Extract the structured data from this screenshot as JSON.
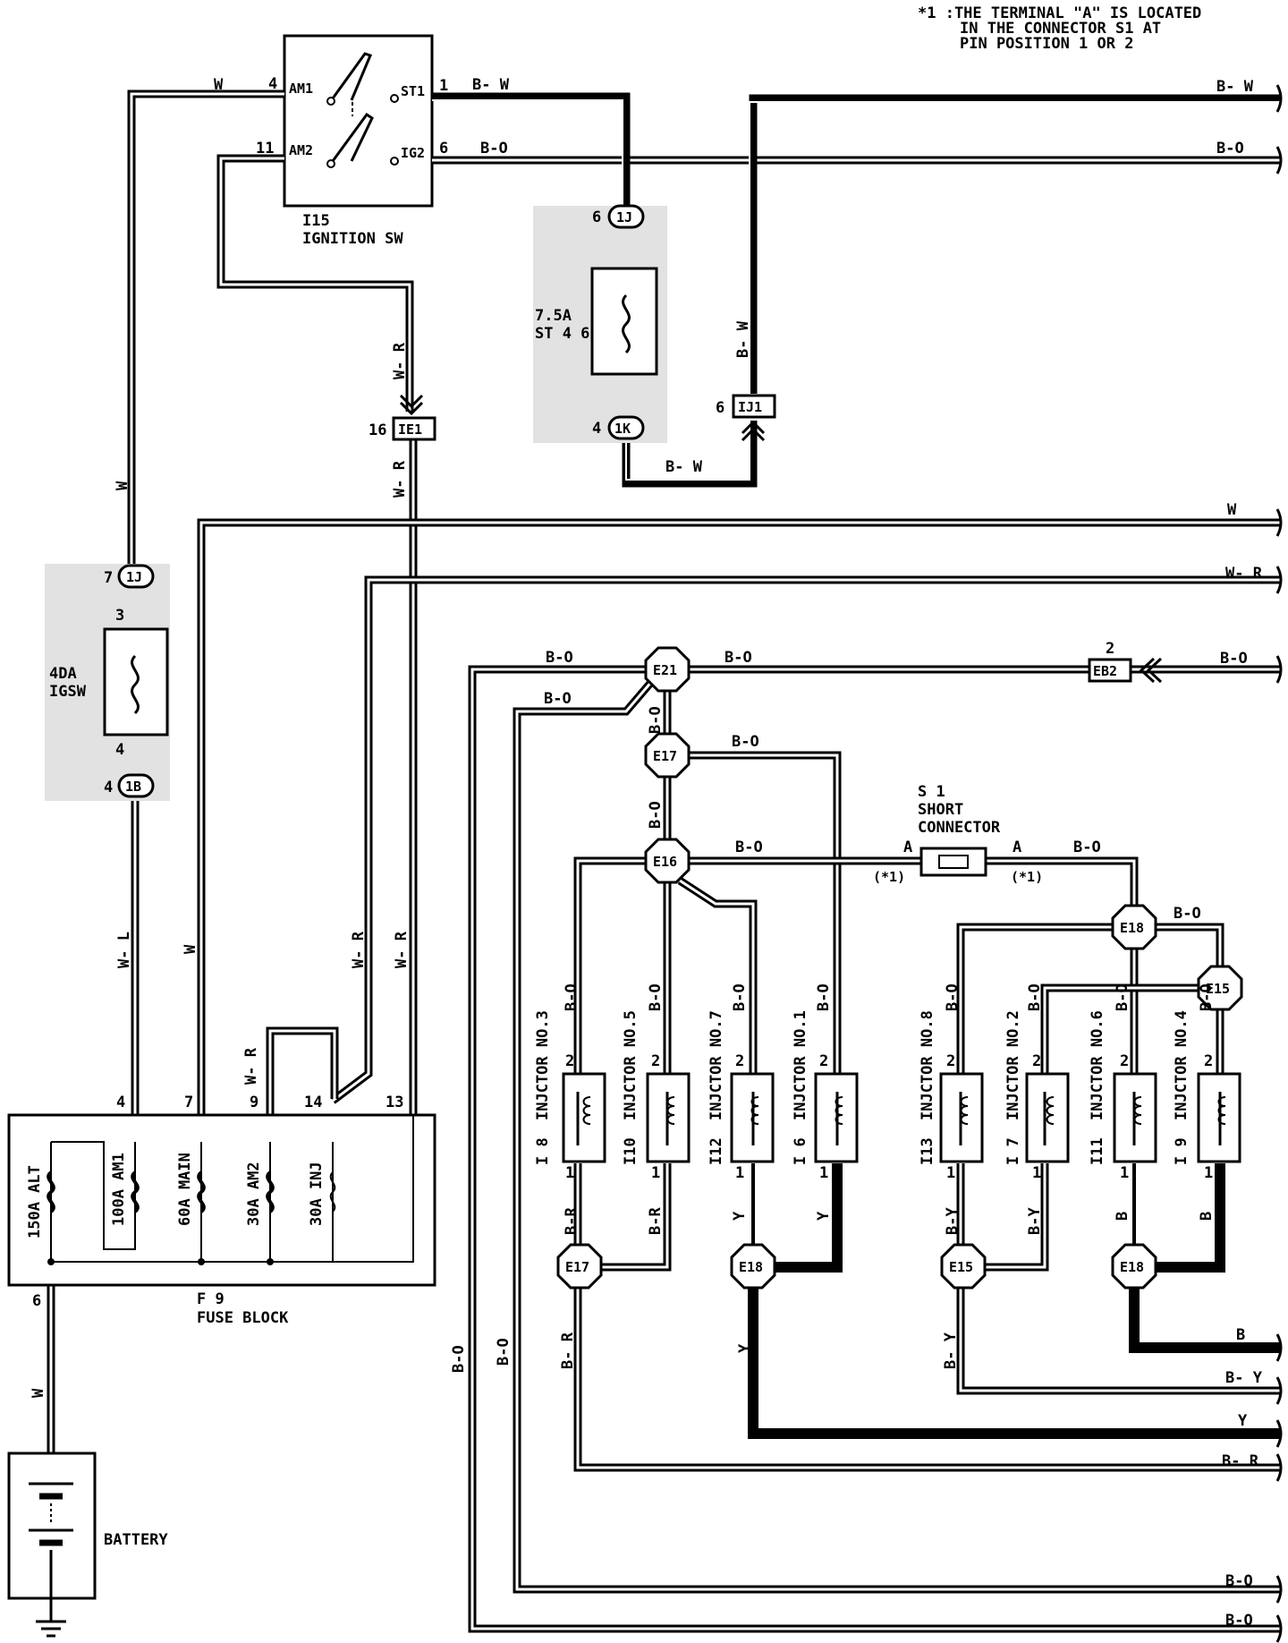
{
  "note": [
    "*1 :THE TERMINAL \"A\" IS LOCATED",
    "IN THE CONNECTOR S1 AT",
    "PIN POSITION 1 OR 2"
  ],
  "ignition": {
    "name": "I15",
    "title": "IGNITION SW",
    "am1": "AM1",
    "am2": "AM2",
    "st1": "ST1",
    "ig2": "IG2",
    "pin_am1": "4",
    "pin_am2": "11",
    "pin_st1": "1",
    "pin_ig2": "6"
  },
  "fuse_st": {
    "rating": "7.5A",
    "name": "ST 4 6"
  },
  "fuse_igsw": {
    "rating": "4DA",
    "name": "IGSW"
  },
  "connectors": {
    "c1j_top": "1J",
    "c1k": "1K",
    "cij1": "IJ1",
    "cie1": "IE1",
    "c1j_left": "1J",
    "c1b": "1B",
    "ceb2": "EB2"
  },
  "pins": {
    "p1j_top": "6",
    "p1k": "4",
    "pij1": "6",
    "pie1": "16",
    "p1j_left": "7",
    "p3": "3",
    "p4a": "4",
    "p1b": "4",
    "peb2": "2"
  },
  "fuse_block": {
    "name": "F 9",
    "title": "FUSE BLOCK",
    "pins": [
      "4",
      "7",
      "9",
      "14",
      "13",
      "6"
    ],
    "fuses": [
      "150A ALT",
      "100A AM1",
      "60A MAIN",
      "30A AM2",
      "30A INJ"
    ]
  },
  "battery": "BATTERY",
  "short_connector": {
    "id": "S 1",
    "line1": "SHORT",
    "line2": "CONNECTOR",
    "a": "A",
    "star": "(*1)"
  },
  "junctions": [
    "E21",
    "E17",
    "E16",
    "E17",
    "E18",
    "E18",
    "E15",
    "E15",
    "E18"
  ],
  "injectors": [
    {
      "code": "I 8",
      "label": "INJCTOR NO.3",
      "top": "B-O",
      "bottom": "B-R"
    },
    {
      "code": "I10",
      "label": "INJCTOR NO.5",
      "top": "B-O",
      "bottom": "B-R"
    },
    {
      "code": "I12",
      "label": "INJCTOR NO.7",
      "top": "B-O",
      "bottom": "Y"
    },
    {
      "code": "I 6",
      "label": "INJCTOR NO.1",
      "top": "B-O",
      "bottom": "Y"
    },
    {
      "code": "I13",
      "label": "INJCTOR NO.8",
      "top": "B-O",
      "bottom": "B-Y"
    },
    {
      "code": "I 7",
      "label": "INJCTOR NO.2",
      "top": "B-O",
      "bottom": "B-Y"
    },
    {
      "code": "I11",
      "label": "INJCTOR NO.6",
      "top": "B-O",
      "bottom": "B"
    },
    {
      "code": "I 9",
      "label": "INJCTOR NO.4",
      "top": "B-O",
      "bottom": "B"
    }
  ],
  "injector_pin_top": "2",
  "injector_pin_bottom": "1",
  "wire_colors": {
    "w": "W",
    "bw": "B- W",
    "bo": "B-O",
    "wr": "W- R",
    "wl": "W- L",
    "br": "B- R",
    "by": "B- Y",
    "y": "Y",
    "b": "B"
  },
  "right_labels": [
    "B- W",
    "B-O",
    "W",
    "W- R",
    "B-O",
    "B",
    "B- Y",
    "Y",
    "B- R",
    "B-O",
    "B-O"
  ]
}
